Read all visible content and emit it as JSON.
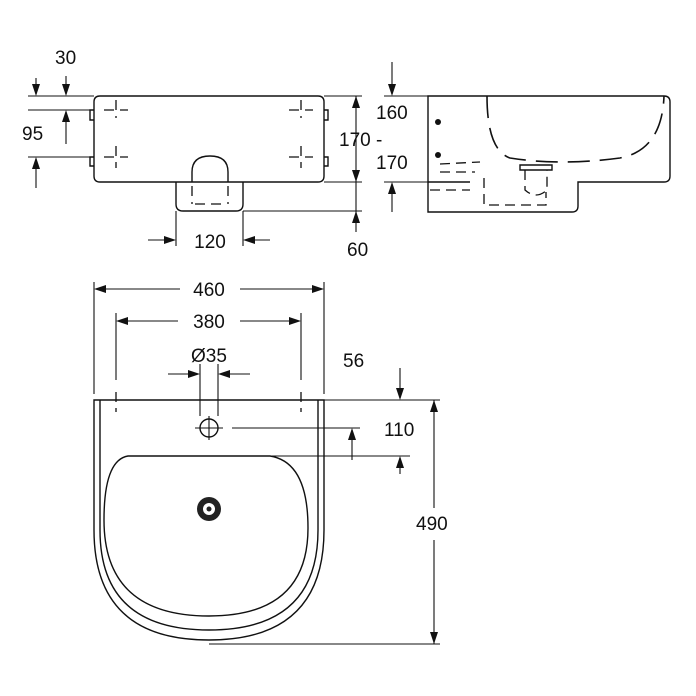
{
  "dimensions": {
    "top_offset": "30",
    "hole_spacing": "95",
    "height_min": "160",
    "height_dash": "170 -",
    "height_max": "170",
    "trap_width": "120",
    "trap_depth": "60",
    "overall_width": "460",
    "hole_width": "380",
    "tap_hole_diameter": "Ø35",
    "tap_hole_offset": "56",
    "tap_to_bowl": "110",
    "overall_depth": "490"
  }
}
